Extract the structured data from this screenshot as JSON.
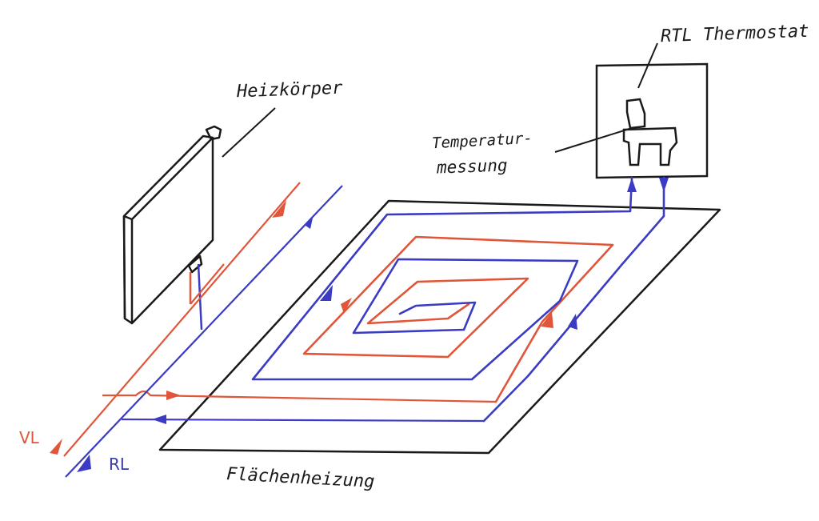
{
  "labels": {
    "heizkoerper": "Heizkörper",
    "rtl_thermostat": "RTL Thermostat",
    "temperatur_line1": "Temperatur-",
    "temperatur_line2": "messung",
    "flaechenheizung": "Flächenheizung",
    "vl": "VL",
    "rl": "RL"
  },
  "colors": {
    "supply": "#e0563a",
    "return": "#3b3bc4",
    "ink": "#1a1a1a"
  }
}
